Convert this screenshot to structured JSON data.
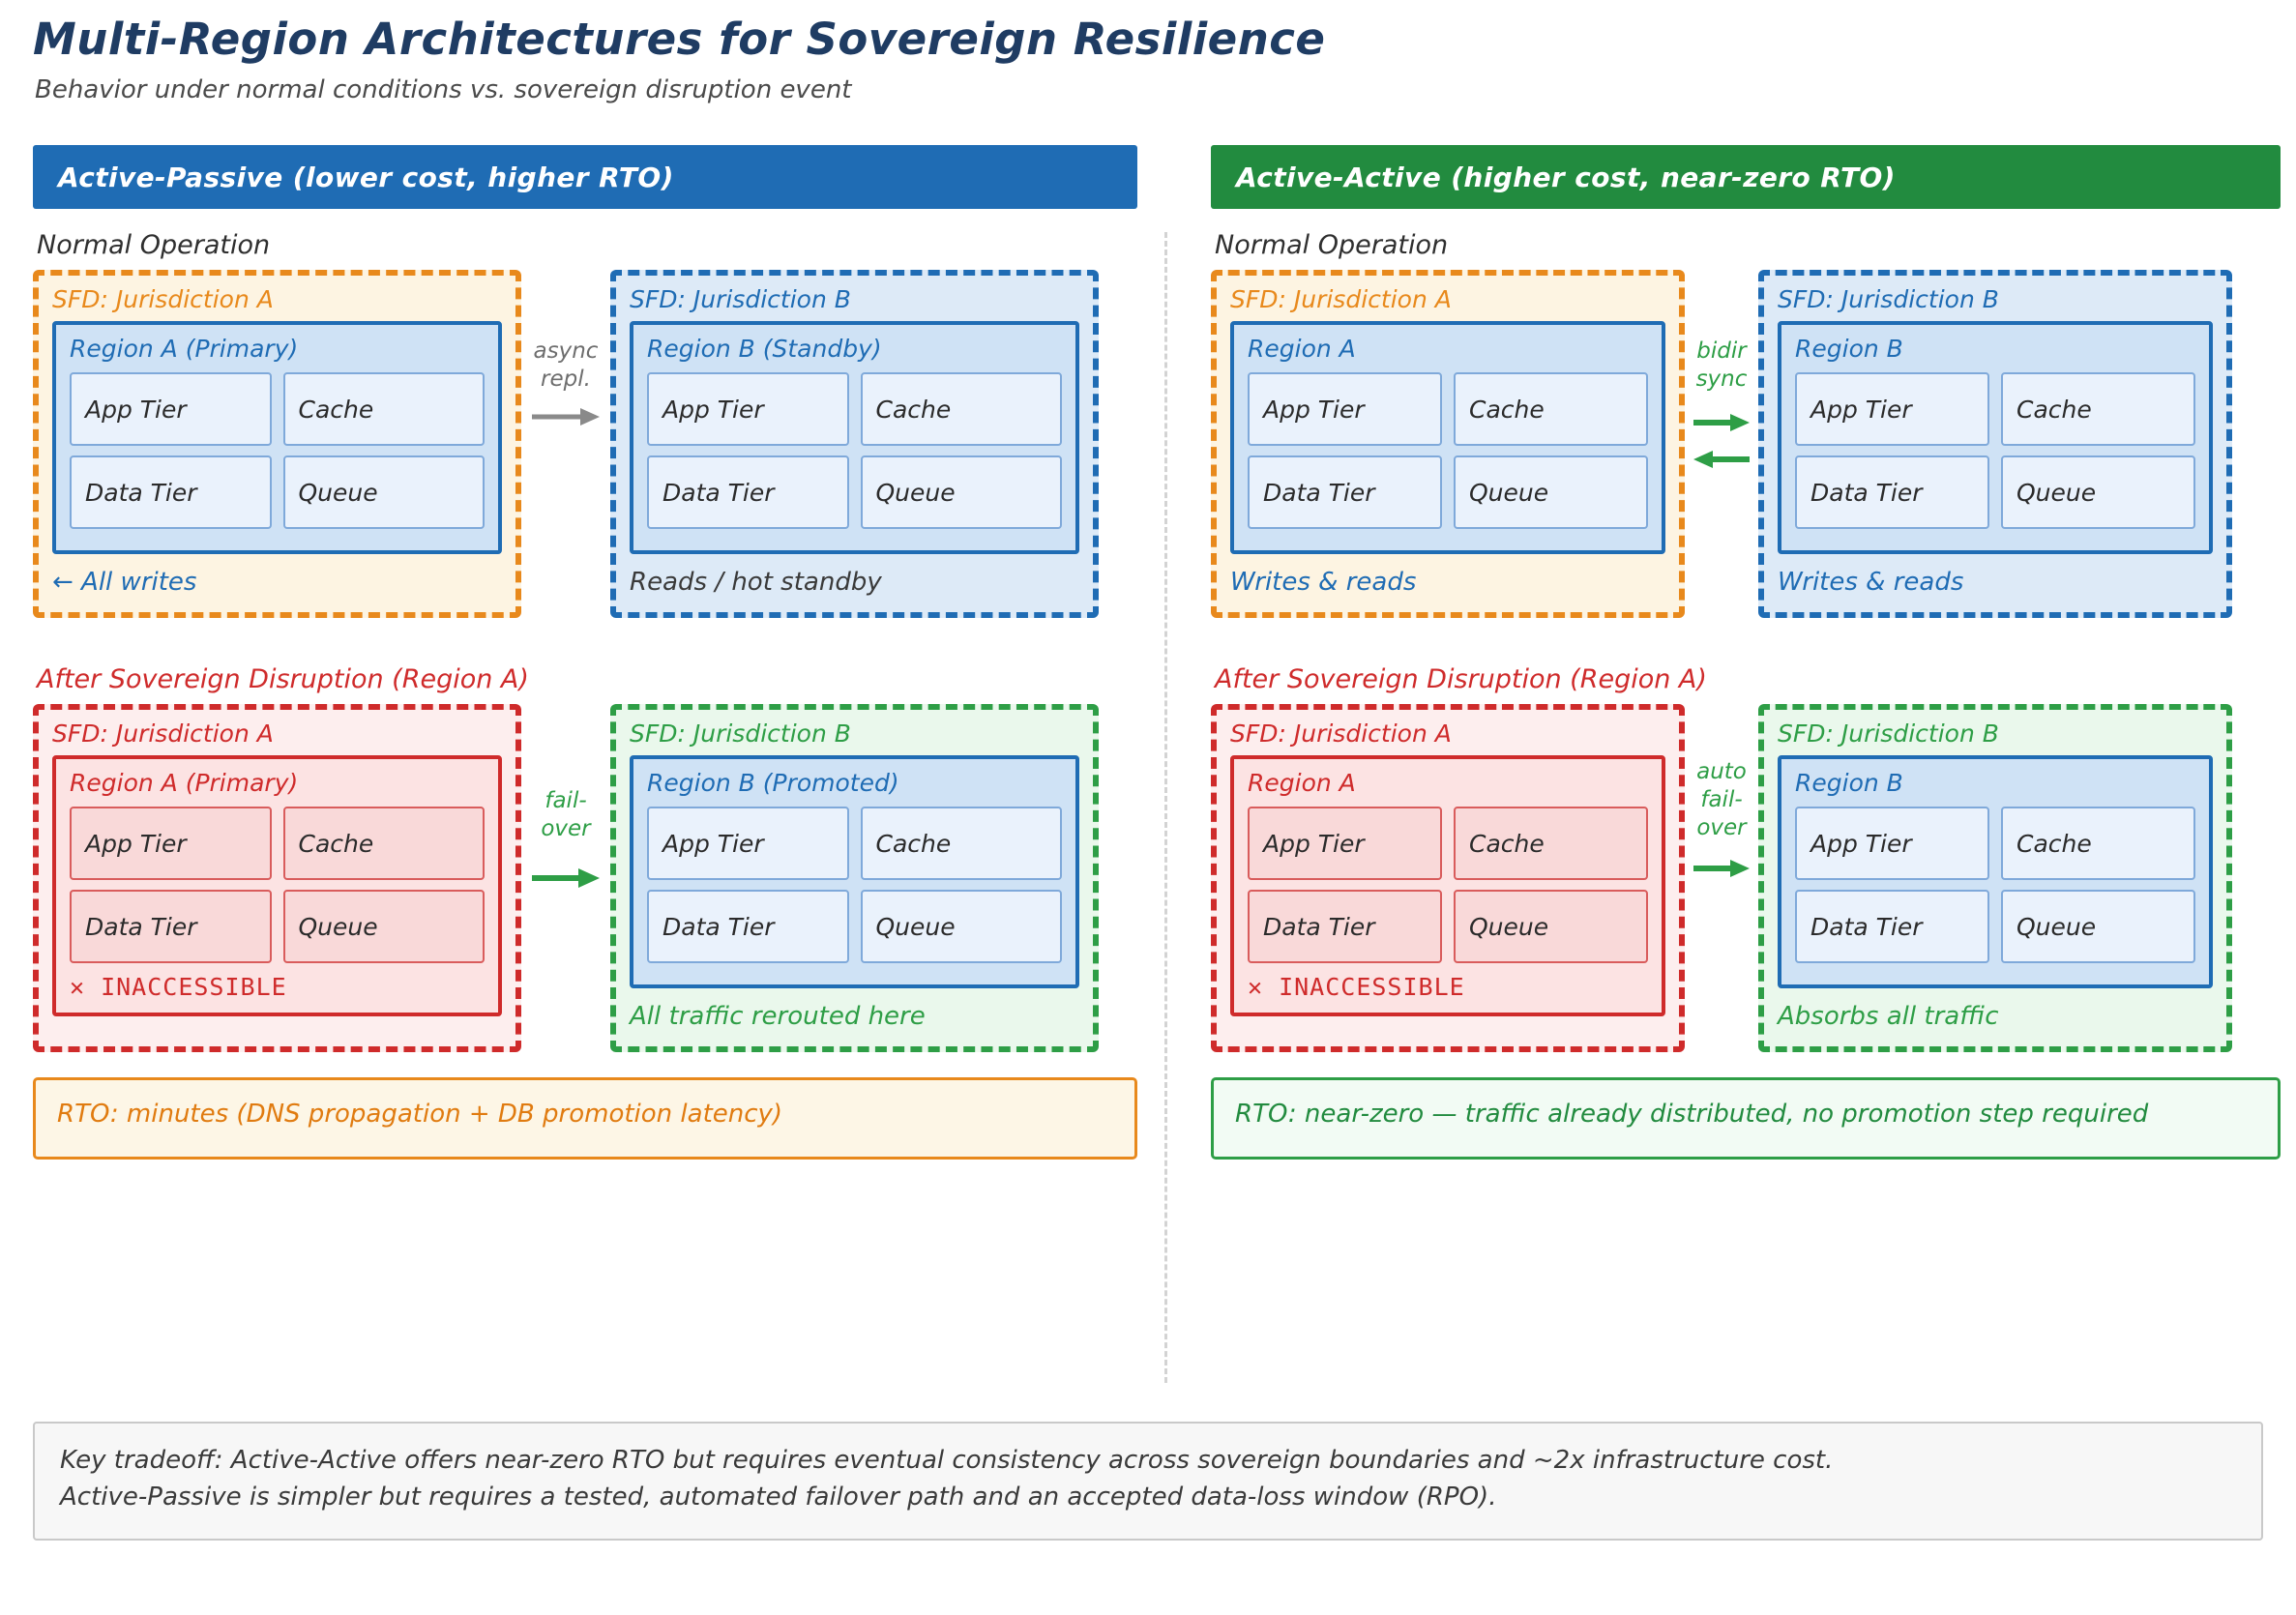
{
  "header": {
    "title": "Multi-Region Architectures for Sovereign Resilience",
    "subtitle": "Behavior under normal conditions vs. sovereign disruption event"
  },
  "tiers": {
    "app": "App Tier",
    "cache": "Cache",
    "data": "Data Tier",
    "queue": "Queue"
  },
  "inaccessible": {
    "mark": "✕",
    "text": "INACCESSIBLE"
  },
  "colors": {
    "blue": "#1f6cb4",
    "green": "#228b3f",
    "orange": "#e8891c",
    "red": "#cf2b2b",
    "gray": "#6e6e6e"
  },
  "left": {
    "panel_header": "Active-Passive  (lower cost, higher RTO)",
    "normal": {
      "label": "Normal Operation",
      "sfd_a_title": "SFD: Jurisdiction A",
      "region_a_title": "Region A (Primary)",
      "sfd_b_title": "SFD: Jurisdiction B",
      "region_b_title": "Region B (Standby)",
      "connector_line1": "async",
      "connector_line2": "repl.",
      "foot_a": "←  All writes",
      "foot_b": "Reads / hot standby"
    },
    "disrupted": {
      "label": "After Sovereign Disruption (Region A)",
      "sfd_a_title": "SFD: Jurisdiction A",
      "region_a_title": "Region A (Primary)",
      "sfd_b_title": "SFD: Jurisdiction B",
      "region_b_title": "Region B (Promoted)",
      "connector_line1": "fail-",
      "connector_line2": "over",
      "foot_b": "All traffic rerouted here"
    },
    "rto": "RTO: minutes (DNS propagation + DB promotion latency)"
  },
  "right": {
    "panel_header": "Active-Active  (higher cost, near-zero RTO)",
    "normal": {
      "label": "Normal Operation",
      "sfd_a_title": "SFD: Jurisdiction A",
      "region_a_title": "Region A",
      "sfd_b_title": "SFD: Jurisdiction B",
      "region_b_title": "Region B",
      "connector_line1": "bidir",
      "connector_line2": "sync",
      "foot_a": "Writes & reads",
      "foot_b": "Writes & reads"
    },
    "disrupted": {
      "label": "After Sovereign Disruption (Region A)",
      "sfd_a_title": "SFD: Jurisdiction A",
      "region_a_title": "Region A",
      "sfd_b_title": "SFD: Jurisdiction B",
      "region_b_title": "Region B",
      "connector_line1": "auto",
      "connector_line2": "fail-",
      "connector_line3": "over",
      "foot_b": "Absorbs all traffic"
    },
    "rto": "RTO: near-zero — traffic already distributed, no promotion step required"
  },
  "key_tradeoff": {
    "line1": "Key tradeoff: Active-Active offers near-zero RTO but requires eventual consistency across sovereign boundaries and ~2x infrastructure cost.",
    "line2": "Active-Passive is simpler but requires a tested, automated failover path and an accepted data-loss window (RPO)."
  }
}
